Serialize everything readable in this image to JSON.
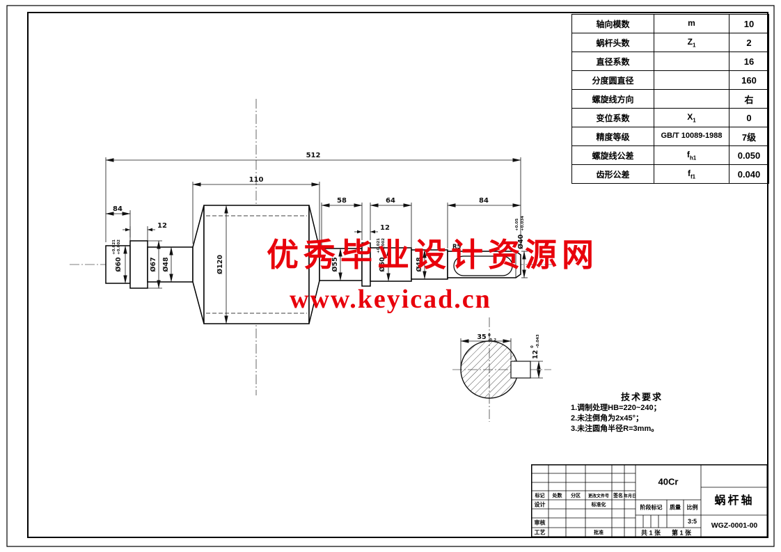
{
  "watermark": {
    "site_name": "优秀毕业设计资源网",
    "site_url": "www.keyicad.cn",
    "color": "#e8000b"
  },
  "param_table": {
    "rows": [
      {
        "label": "轴向模数",
        "sym": "m",
        "sym_sub": "",
        "value": "10"
      },
      {
        "label": "蜗杆头数",
        "sym": "Z",
        "sym_sub": "1",
        "value": "2"
      },
      {
        "label": "直径系数",
        "sym": "",
        "sym_sub": "",
        "value": "16"
      },
      {
        "label": "分度圆直径",
        "sym": "",
        "sym_sub": "",
        "value": "160"
      },
      {
        "label": "螺旋线方向",
        "sym": "",
        "sym_sub": "",
        "value": "右"
      },
      {
        "label": "变位系数",
        "sym": "X",
        "sym_sub": "1",
        "value": "0"
      },
      {
        "label": "精度等级",
        "sym": "GB/T 10089-1988",
        "sym_sub": "",
        "value": "7级"
      },
      {
        "label": "螺旋线公差",
        "sym": "f",
        "sym_sub": "h1",
        "value": "0.050"
      },
      {
        "label": "齿形公差",
        "sym": "f",
        "sym_sub": "f1",
        "value": "0.040"
      }
    ]
  },
  "dims": {
    "overall": "512",
    "worm": "110",
    "left_journal": "84",
    "collar": "12",
    "sec_58": "58",
    "sec_64": "64",
    "shaft_end": "84",
    "groove": "12"
  },
  "dia": {
    "left_journal": "Ø60",
    "left_journal_tol_up": "+0.021",
    "left_journal_tol_dn": "+0.002",
    "collar": "Ø67",
    "sec_a": "Ø48",
    "worm_od": "Ø120",
    "sec_b": "Ø55",
    "right_journal": "Ø60",
    "right_journal_tol_up": "+0.021",
    "right_journal_tol_dn": "+0.002",
    "sec_c": "Ø48",
    "shaft_end": "Ø40",
    "shaft_end_tol_up": "+0.05",
    "shaft_end_tol_dn": "+0.034",
    "key_radius": "R5"
  },
  "detail": {
    "depth": "35",
    "depth_tol_up": "0",
    "depth_tol_dn": "-0.2",
    "key_width": "12",
    "key_width_tol_up": "0",
    "key_width_tol_dn": "-0.043"
  },
  "tech": {
    "title": "技术要求",
    "item1": "1.调制处理HB=220~240；",
    "item2": "2.未注倒角为2x45°；",
    "item3": "3.未注圆角半径R=3mm。"
  },
  "title_block": {
    "material": "40Cr",
    "part_name": "蜗杆轴",
    "drawing_no": "WGZ-0001-00",
    "scale_value": "3:5",
    "col_mark": "标记",
    "col_count": "处数",
    "col_zone": "分区",
    "col_change": "更改文件号",
    "col_sign": "签名",
    "col_date": "年月日",
    "design": "设计",
    "standardize": "标准化",
    "check": "审核",
    "process": "工艺",
    "approve": "批准",
    "stage_mark": "阶段标记",
    "weight": "质量",
    "scale_label": "比例",
    "sheet_total": "共 1 张",
    "sheet_no": "第 1 张"
  }
}
